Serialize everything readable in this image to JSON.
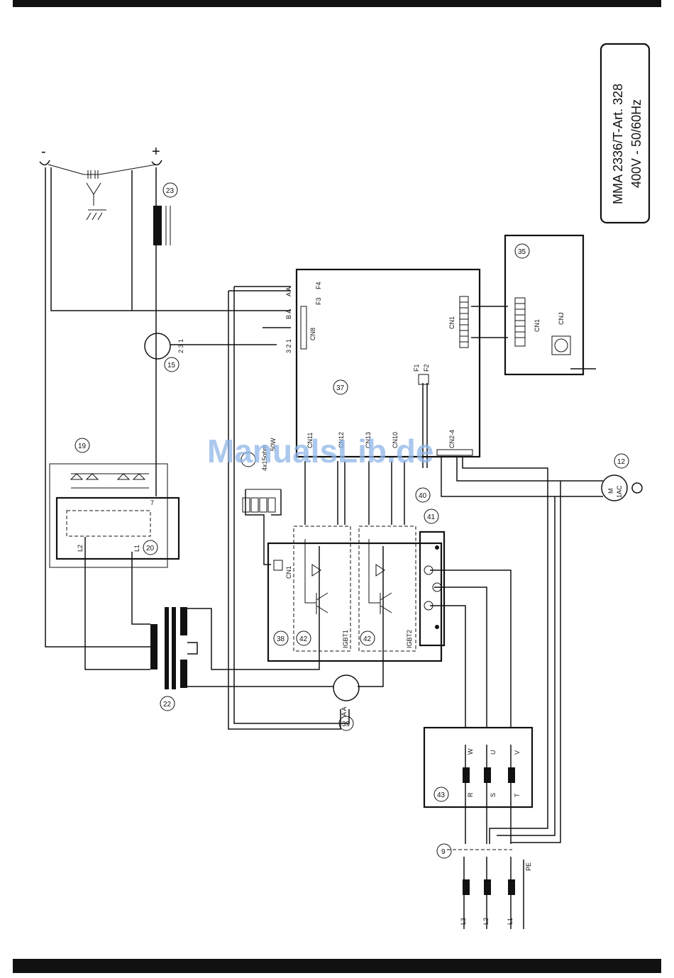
{
  "title": {
    "model": "MMA 2336/T-Art. 328",
    "supply": "400V - 50/60Hz"
  },
  "watermark": "ManualsLib.de",
  "terminals": {
    "neg": "-",
    "pos": "+"
  },
  "components": {
    "c9": "9",
    "c12": "12",
    "c15": "15",
    "c19": "19",
    "c20": "20",
    "c22": "22",
    "c23": "23",
    "c35": "35",
    "c37": "37",
    "c38": "38",
    "c39": "39",
    "c40": "40",
    "c41": "41",
    "c42a": "42",
    "c42b": "42",
    "c43": "43"
  },
  "labels": {
    "L1": "L1",
    "L2": "L2",
    "L3": "L3",
    "PE": "PE",
    "R": "R",
    "S": "S",
    "T": "T",
    "U": "U",
    "V": "V",
    "W": "W",
    "CN1": "CN1",
    "CN8": "CN8",
    "CN10": "CN10",
    "CN11": "CN11",
    "CN12": "CN12",
    "CN13": "CN13",
    "CN2_4": "CN2-4",
    "CNJ": "CNJ",
    "F1": "F1",
    "F2": "F2",
    "F3": "F3",
    "F4": "F4",
    "IGBT1": "IGBT1",
    "IGBT2": "IGBT2",
    "resistor": "4x15ohm",
    "resistor2": "50W",
    "motor_m": "M",
    "motor_ac": "1AC",
    "AA": "A A",
    "BA": "B A",
    "pins321": "3 2 1",
    "pins231": "2 3 1",
    "seven": "7",
    "one": "1",
    "A": "A",
    "B": "B"
  }
}
